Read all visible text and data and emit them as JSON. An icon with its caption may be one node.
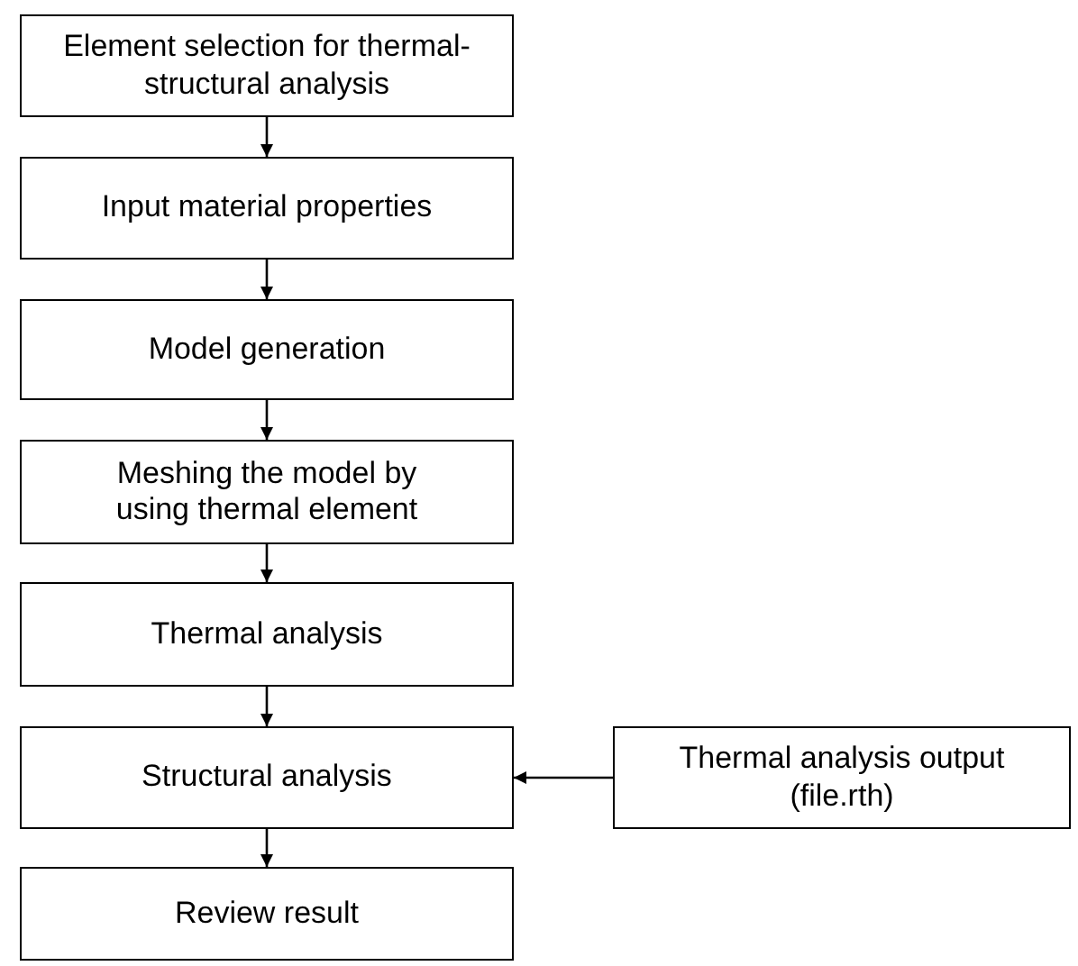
{
  "diagram": {
    "nodes": [
      {
        "text": [
          "Element selection for thermal-structural analysis"
        ]
      },
      {
        "text": [
          "Input material properties"
        ]
      },
      {
        "text": [
          "Model generation"
        ]
      },
      {
        "text": [
          "Meshing the model by using thermal element"
        ]
      },
      {
        "text": [
          "Thermal analysis"
        ]
      },
      {
        "text": [
          "Structural analysis"
        ]
      },
      {
        "text": [
          "Thermal analysis output (file.rth)"
        ]
      },
      {
        "text": [
          "Review result"
        ]
      }
    ],
    "edges": [
      {
        "from": 0,
        "to": 1,
        "arrow": "to"
      },
      {
        "from": 1,
        "to": 2,
        "arrow": "to"
      },
      {
        "from": 2,
        "to": 3,
        "arrow": "to"
      },
      {
        "from": 3,
        "to": 4,
        "arrow": "to"
      },
      {
        "from": 4,
        "to": 5,
        "arrow": "to"
      },
      {
        "from": 6,
        "to": 5,
        "arrow": "to"
      },
      {
        "from": 5,
        "to": 7,
        "arrow": "to"
      }
    ]
  }
}
